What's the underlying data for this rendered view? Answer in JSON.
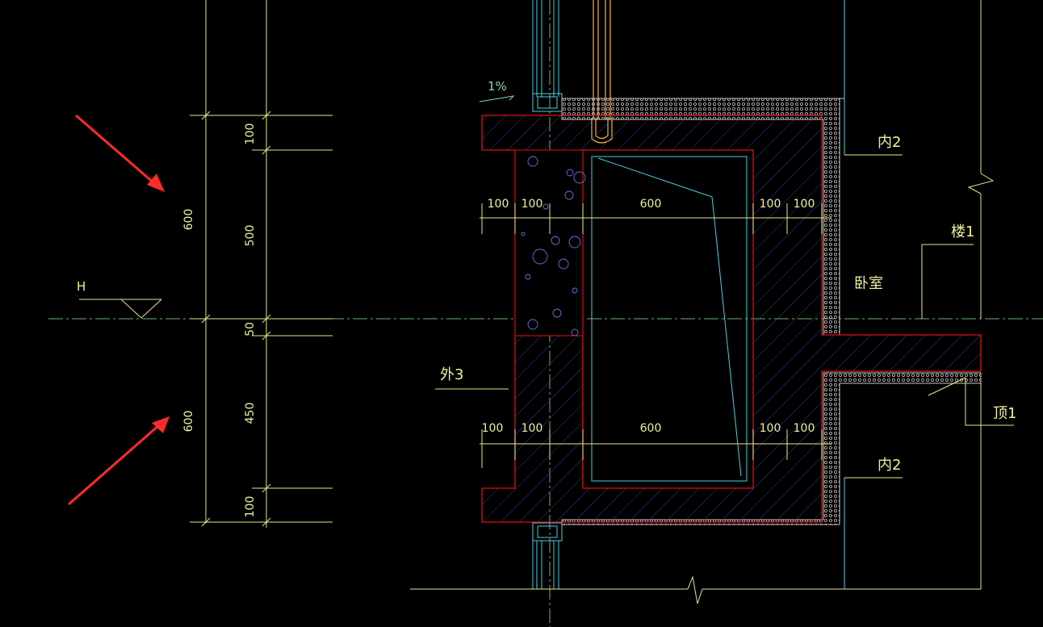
{
  "colors": {
    "background": "#000000",
    "dim_line": "#e6e68c",
    "concrete_outline": "#e01010",
    "insulation": "#c8c8c8",
    "glazing": "#4dd0e1",
    "hatch": "#4a4ab0",
    "text_yellow": "#f0f0a0",
    "centerline": "#6cb46c",
    "arrow": "#ff2a2a",
    "leader": "#ffe06a"
  },
  "left_dims": {
    "overall_upper": "600",
    "overall_lower": "600",
    "d1": "100",
    "d2": "500",
    "d3": "50",
    "d4": "450",
    "d5": "100"
  },
  "level_marker": "H",
  "slope_label": "1%",
  "upper_row": {
    "a": "100",
    "b": "100",
    "c": "600",
    "d": "100",
    "e": "100"
  },
  "lower_row": {
    "a": "100",
    "b": "100",
    "c": "600",
    "d": "100",
    "e": "100"
  },
  "labels": {
    "inner_top": "内2",
    "inner_bottom": "内2",
    "floor": "楼1",
    "bedroom": "卧室",
    "outer": "外3",
    "ceiling": "顶1"
  }
}
